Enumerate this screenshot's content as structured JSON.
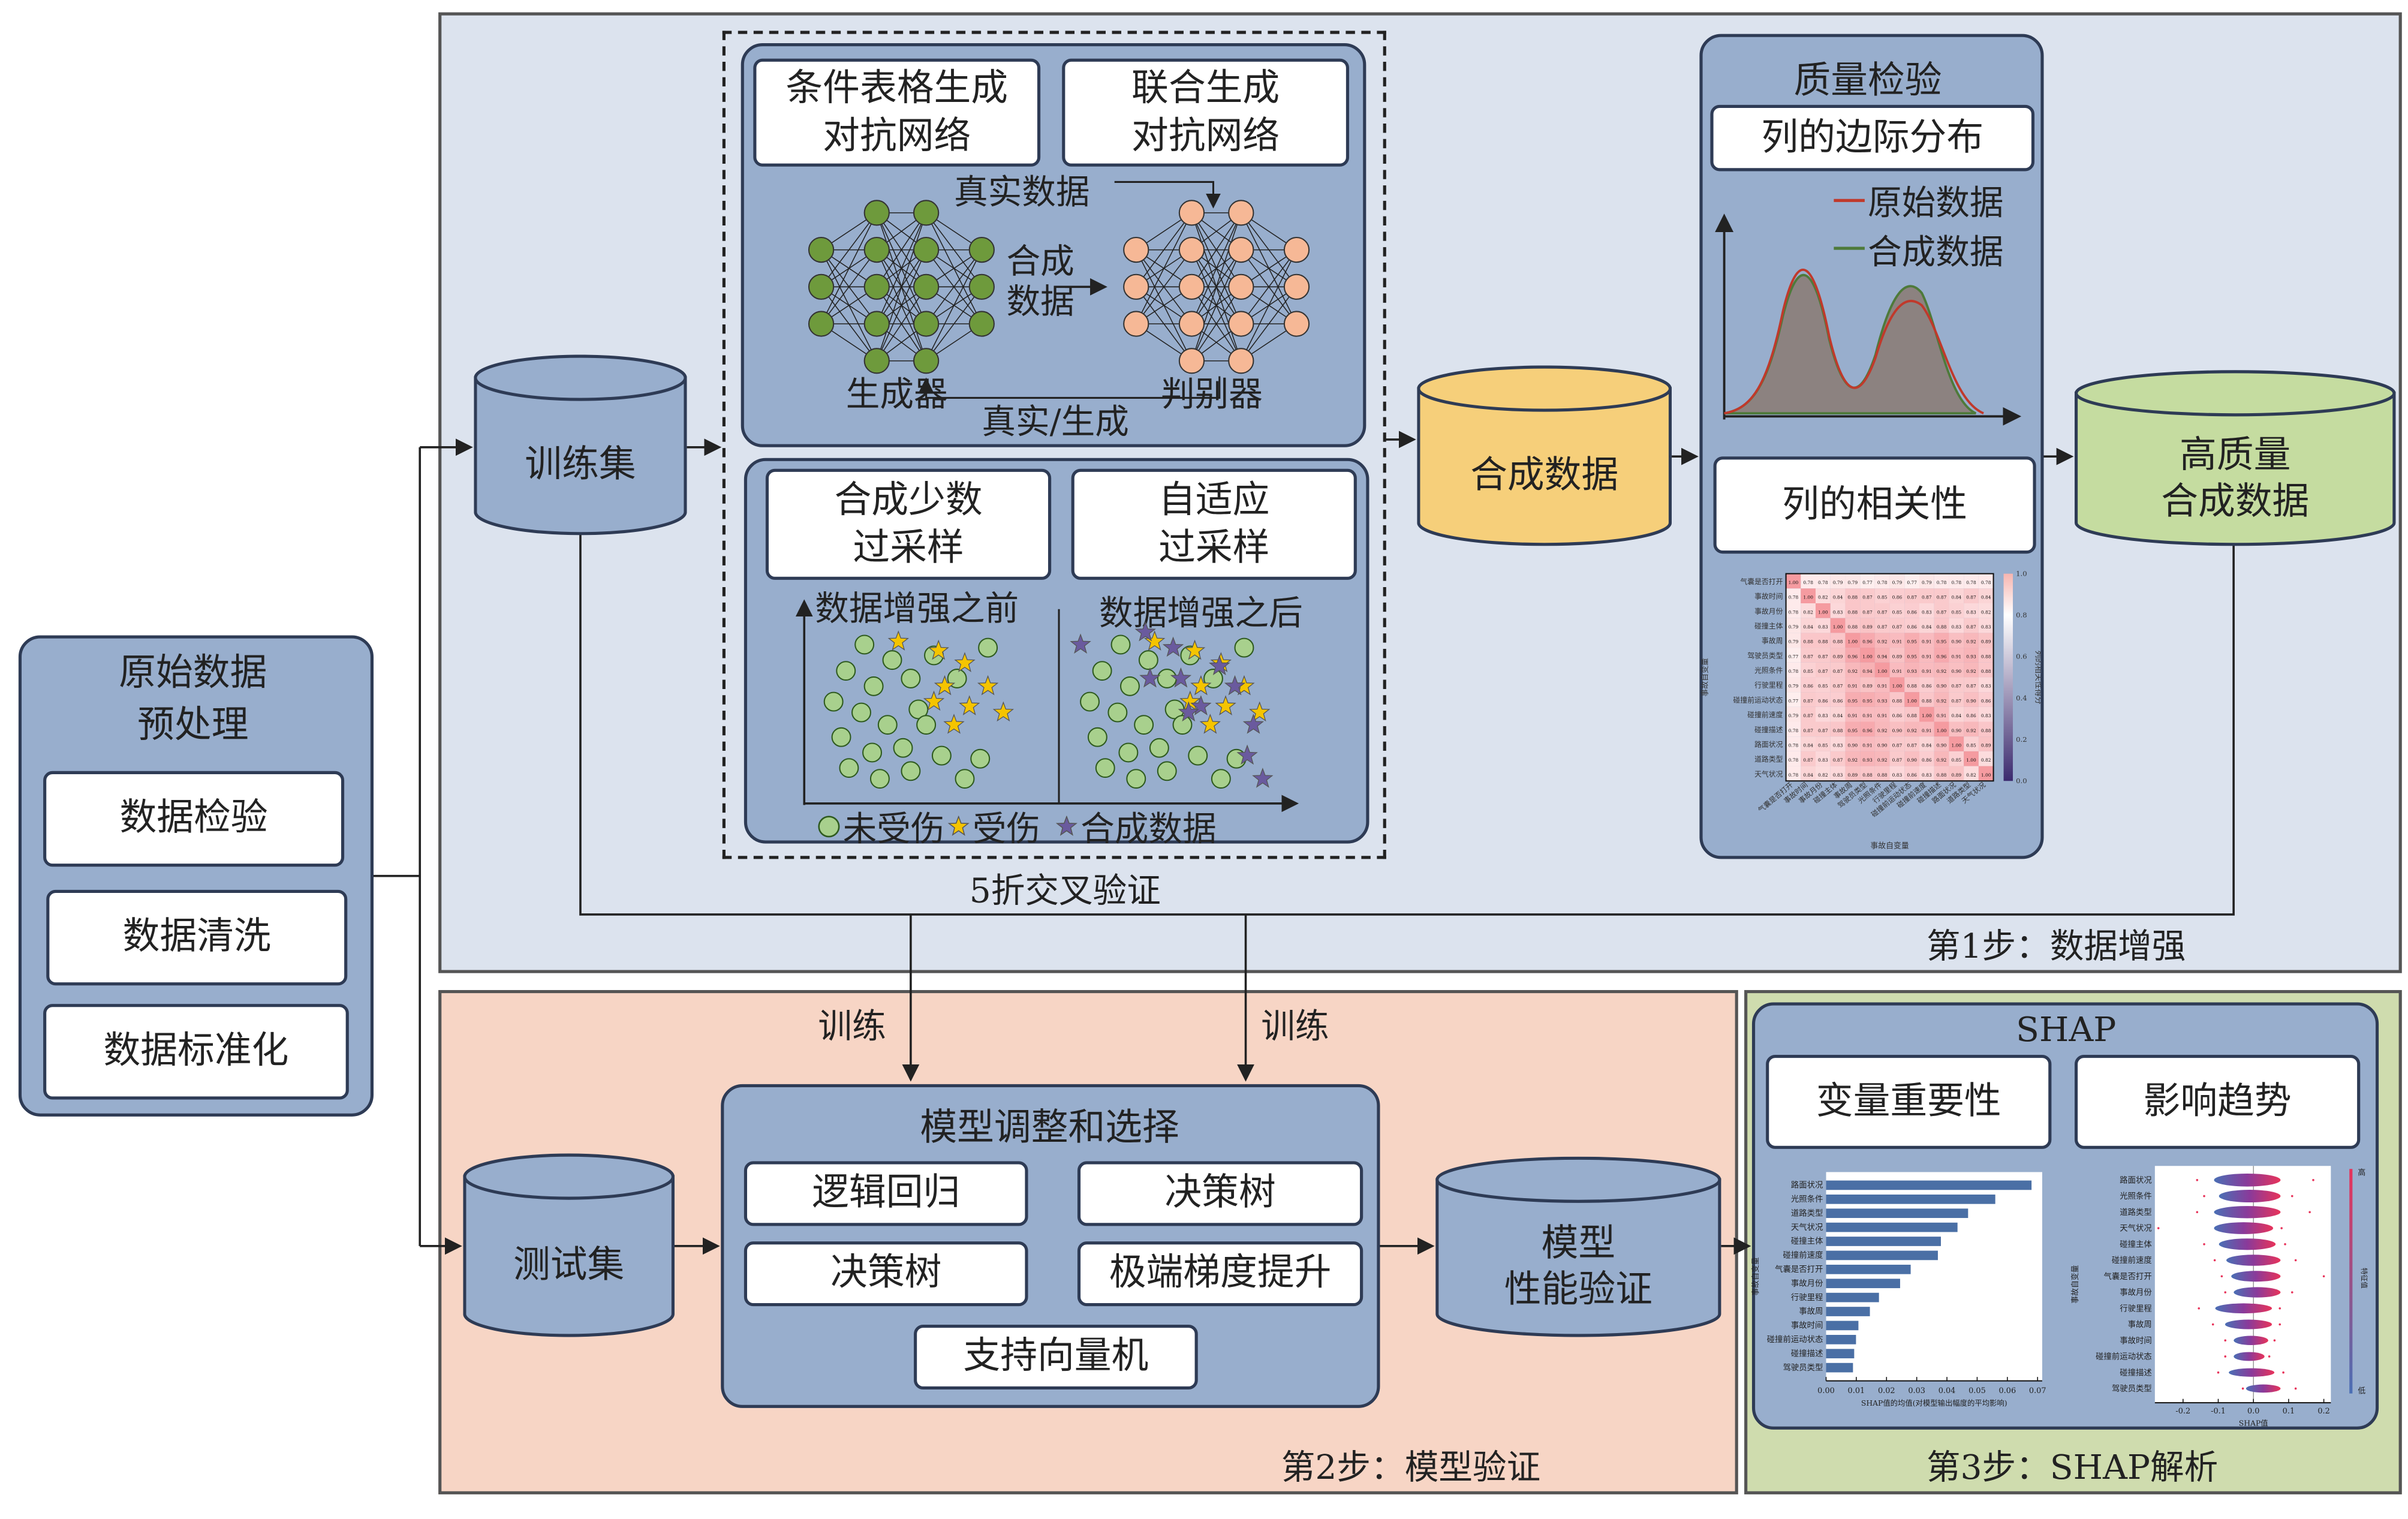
{
  "preprocess": {
    "title": "原始数据\n预处理",
    "items": [
      "数据检验",
      "数据清洗",
      "数据标准化"
    ]
  },
  "step1": {
    "label": "第1步：数据增强",
    "cv_label": "5折交叉验证",
    "train_set": "训练集",
    "gan": {
      "ctgan": "条件表格生成\n对抗网络",
      "jgan": "联合生成\n对抗网络",
      "real_data": "真实数据",
      "synthetic": "合成\n数据",
      "generator": "生成器",
      "discriminator": "判别器",
      "real_fake": "真实/生成"
    },
    "oversample": {
      "smote": "合成少数\n过采样",
      "adasyn": "自适应\n过采样",
      "before": "数据增强之前",
      "after": "数据增强之后",
      "legend": [
        "未受伤",
        "受伤",
        "合成数据"
      ]
    },
    "synthetic_data": "合成数据",
    "quality": {
      "title": "质量检验",
      "marginal": "列的边际分布",
      "legend_original": "原始数据",
      "legend_synthetic": "合成数据",
      "correlation": "列的相关性"
    },
    "high_quality": "高质量\n合成数据"
  },
  "step2": {
    "label": "第2步：模型验证",
    "train1": "训练",
    "train2": "训练",
    "test_set": "测试集",
    "model_box_title": "模型调整和选择",
    "models": [
      "逻辑回归",
      "决策树",
      "决策树",
      "极端梯度提升",
      "支持向量机"
    ],
    "performance": "模型\n性能验证"
  },
  "step3": {
    "label": "第3步：SHAP解析",
    "title": "SHAP",
    "importance": "变量重要性",
    "trend": "影响趋势"
  },
  "colors": {
    "panel1": "#dce3ee",
    "panel2": "#f7d5c5",
    "panel3": "#cfdcae",
    "box": "#98aecd",
    "synthetic_cyl": "#f6cf7a",
    "hq_cyl": "#c5dca0",
    "generator": "#6e9a3c",
    "discriminator": "#f6b896",
    "original_line": "#c0392b",
    "synthetic_line": "#4e7a3a",
    "bar": "#4a6fa5"
  },
  "chart_data": [
    {
      "type": "heatmap",
      "xlabel": "事故自变量",
      "ylabel": "事故自变量",
      "colorbar_label": "列的相关性得分",
      "colorbar_ticks": [
        "0.0",
        "0.2",
        "0.4",
        "0.6",
        "0.8",
        "1.0"
      ],
      "labels": [
        "气囊是否打开",
        "事故时间",
        "事故月份",
        "碰撞主体",
        "事故周",
        "驾驶员类型",
        "光照条件",
        "行驶里程",
        "碰撞前运动状态",
        "碰撞前速度",
        "碰撞描述",
        "路面状况",
        "道路类型",
        "天气状况"
      ],
      "values": [
        [
          1.0,
          0.78,
          0.78,
          0.79,
          0.79,
          0.77,
          0.78,
          0.79,
          0.77,
          0.79,
          0.78,
          0.78,
          0.78,
          0.78
        ],
        [
          0.78,
          1.0,
          0.82,
          0.84,
          0.88,
          0.87,
          0.85,
          0.86,
          0.87,
          0.87,
          0.87,
          0.84,
          0.87,
          0.84
        ],
        [
          0.78,
          0.82,
          1.0,
          0.83,
          0.88,
          0.87,
          0.87,
          0.85,
          0.86,
          0.83,
          0.87,
          0.85,
          0.83,
          0.82
        ],
        [
          0.79,
          0.84,
          0.83,
          1.0,
          0.88,
          0.89,
          0.87,
          0.87,
          0.86,
          0.84,
          0.88,
          0.83,
          0.87,
          0.83
        ],
        [
          0.79,
          0.88,
          0.88,
          0.88,
          1.0,
          0.96,
          0.92,
          0.91,
          0.95,
          0.91,
          0.95,
          0.9,
          0.92,
          0.89
        ],
        [
          0.77,
          0.87,
          0.87,
          0.89,
          0.96,
          1.0,
          0.94,
          0.89,
          0.95,
          0.91,
          0.96,
          0.91,
          0.93,
          0.88
        ],
        [
          0.78,
          0.85,
          0.87,
          0.87,
          0.92,
          0.94,
          1.0,
          0.91,
          0.93,
          0.91,
          0.92,
          0.9,
          0.92,
          0.88
        ],
        [
          0.79,
          0.86,
          0.85,
          0.87,
          0.91,
          0.89,
          0.91,
          1.0,
          0.88,
          0.86,
          0.9,
          0.87,
          0.87,
          0.83
        ],
        [
          0.77,
          0.87,
          0.86,
          0.86,
          0.95,
          0.95,
          0.93,
          0.88,
          1.0,
          0.88,
          0.92,
          0.87,
          0.9,
          0.86
        ],
        [
          0.79,
          0.87,
          0.83,
          0.84,
          0.91,
          0.91,
          0.91,
          0.86,
          0.88,
          1.0,
          0.91,
          0.84,
          0.86,
          0.83
        ],
        [
          0.78,
          0.87,
          0.87,
          0.88,
          0.95,
          0.96,
          0.92,
          0.9,
          0.92,
          0.91,
          1.0,
          0.9,
          0.92,
          0.88
        ],
        [
          0.78,
          0.84,
          0.85,
          0.83,
          0.9,
          0.91,
          0.9,
          0.87,
          0.87,
          0.84,
          0.9,
          1.0,
          0.85,
          0.89
        ],
        [
          0.78,
          0.87,
          0.83,
          0.87,
          0.92,
          0.93,
          0.92,
          0.87,
          0.9,
          0.86,
          0.92,
          0.85,
          1.0,
          0.82
        ],
        [
          0.78,
          0.84,
          0.82,
          0.83,
          0.89,
          0.88,
          0.88,
          0.83,
          0.86,
          0.83,
          0.88,
          0.89,
          0.82,
          1.0
        ]
      ]
    },
    {
      "type": "bar",
      "orientation": "horizontal",
      "xlabel": "SHAP值的均值(对模型输出幅度的平均影响)",
      "ylabel": "事故自变量",
      "xlim": [
        0,
        0.07
      ],
      "xticks": [
        "0.00",
        "0.01",
        "0.02",
        "0.03",
        "0.04",
        "0.05",
        "0.06",
        "0.07"
      ],
      "categories": [
        "路面状况",
        "光照条件",
        "道路类型",
        "天气状况",
        "碰撞主体",
        "碰撞前速度",
        "气囊是否打开",
        "事故月份",
        "行驶里程",
        "事故周",
        "事故时间",
        "碰撞前运动状态",
        "碰撞描述",
        "驾驶员类型"
      ],
      "values": [
        0.068,
        0.056,
        0.047,
        0.0435,
        0.038,
        0.037,
        0.028,
        0.0245,
        0.0175,
        0.0145,
        0.0107,
        0.0099,
        0.0093,
        0.0089
      ]
    },
    {
      "type": "scatter",
      "subtype": "shap-summary-violin",
      "xlabel": "SHAP值",
      "ylabel": "事故自变量",
      "xlim": [
        -0.28,
        0.22
      ],
      "xticks": [
        "-0.2",
        "-0.1",
        "0.0",
        "0.1",
        "0.2"
      ],
      "colorbar_high": "高",
      "colorbar_low": "低",
      "colorbar_label": "特征值",
      "categories": [
        "路面状况",
        "光照条件",
        "道路类型",
        "天气状况",
        "碰撞主体",
        "碰撞前速度",
        "气囊是否打开",
        "事故月份",
        "行驶里程",
        "事故周",
        "事故时间",
        "碰撞前运动状态",
        "碰撞描述",
        "驾驶员类型"
      ],
      "ranges": [
        [
          -0.16,
          0.17
        ],
        [
          -0.14,
          0.11
        ],
        [
          -0.16,
          0.16
        ],
        [
          -0.27,
          0.08
        ],
        [
          -0.14,
          0.09
        ],
        [
          -0.11,
          0.12
        ],
        [
          -0.09,
          0.2
        ],
        [
          -0.08,
          0.11
        ],
        [
          -0.155,
          0.075
        ],
        [
          -0.115,
          0.075
        ],
        [
          -0.08,
          0.06
        ],
        [
          -0.08,
          0.045
        ],
        [
          -0.1,
          0.085
        ],
        [
          -0.03,
          0.12
        ]
      ]
    }
  ]
}
